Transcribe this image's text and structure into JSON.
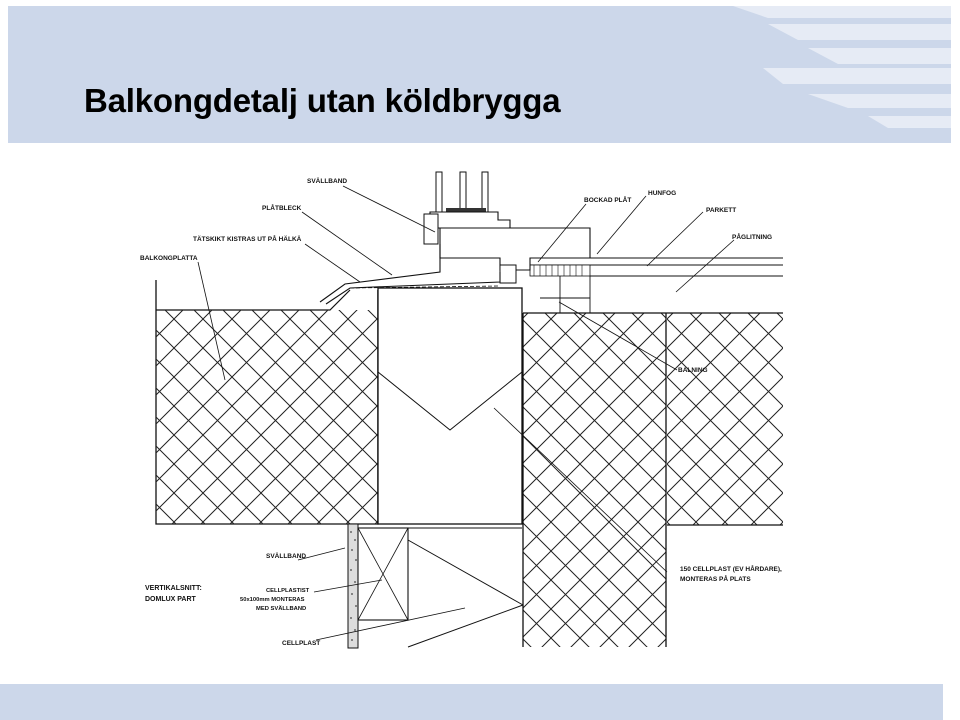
{
  "slide": {
    "title": "Balkongdetalj utan köldbrygga"
  },
  "diagram": {
    "labels": {
      "svallband_top": "SVÄLLBAND",
      "platbleck": "PLÅTBLECK",
      "tatskikt": "TÄTSKIKT KISTRAS UT PÅ HÄLKÄ",
      "balkongplatta": "BALKONGPLATTA",
      "bockad_plat": "BOCKAD PLÅT",
      "hunfog": "HUNFOG",
      "parkett": "PARKETT",
      "paglitning": "PÅGLITNING",
      "balning": "BALNING",
      "cellplast_150_line1": "150 CELLPLAST (EV HÅRDARE),",
      "cellplast_150_line2": "MONTERAS PÅ PLATS",
      "svallband_bottom": "SVÄLLBAND",
      "vertikalsnitt_line1": "VERTIKALSNITT:",
      "vertikalsnitt_line2": "DOMLUX PART",
      "cellplastist_line1": "CELLPLASTIST",
      "cellplastist_line2": "50x100mm MONTERAS",
      "cellplastist_line3": "MED SVÄLLBAND",
      "cellplast_bottom": "CELLPLAST"
    }
  }
}
